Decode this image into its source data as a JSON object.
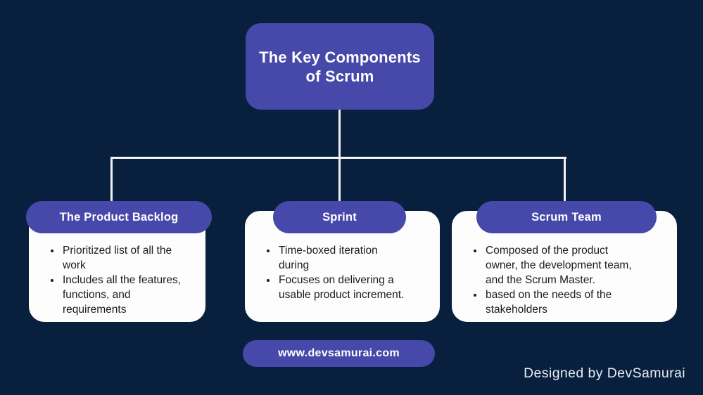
{
  "palette": {
    "background": "#08203e",
    "accent": "#4649a9",
    "card_background": "#fdfdfd",
    "card_text": "#1c1c1e",
    "connector": "#f2f2f2",
    "footer_text": "#e7ebf1"
  },
  "title": {
    "text": "The Key Components of Scrum"
  },
  "columns": [
    {
      "header": "The Product Backlog",
      "bullets": [
        "Prioritized list of all the work",
        "Includes all the features, functions, and requirements"
      ]
    },
    {
      "header": "Sprint",
      "bullets": [
        "Time-boxed iteration during",
        "Focuses on delivering a usable product increment."
      ]
    },
    {
      "header": "Scrum Team",
      "bullets": [
        "Composed of the product owner, the development team, and the Scrum Master.",
        "based on the needs of the stakeholders"
      ]
    }
  ],
  "footer": {
    "website": "www.devsamurai.com",
    "credit": "Designed by DevSamurai"
  }
}
